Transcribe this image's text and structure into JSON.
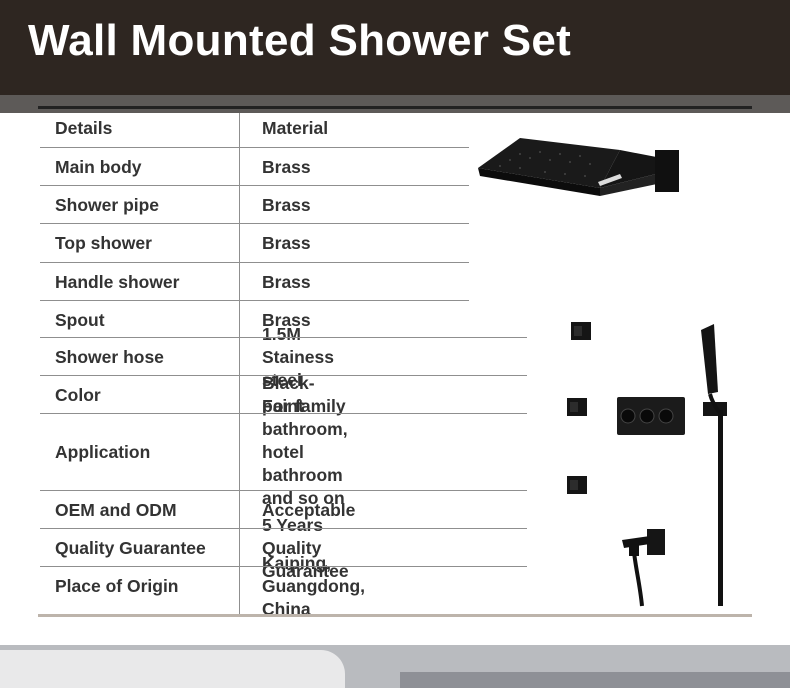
{
  "banner": {
    "title": "Wall Mounted Shower Set"
  },
  "table": {
    "rows": [
      {
        "label": "Details",
        "value": "Material"
      },
      {
        "label": "Main body",
        "value": "Brass"
      },
      {
        "label": "Shower pipe",
        "value": "Brass"
      },
      {
        "label": "Top shower",
        "value": "Brass"
      },
      {
        "label": "Handle shower",
        "value": "Brass"
      },
      {
        "label": "Spout",
        "value": "Brass"
      },
      {
        "label": "Shower hose",
        "value": "1.5M Stainess steel"
      },
      {
        "label": "Color",
        "value": "Black-paint"
      },
      {
        "label": "Application",
        "value": "For family bathroom, hotel\nbathroom and so on"
      },
      {
        "label": "OEM and ODM",
        "value": "Acceptable"
      },
      {
        "label": "Quality Guarantee",
        "value": "5 Years Quality Guarantee"
      },
      {
        "label": "Place of Origin",
        "value": "Kaiping, Guangdong, China"
      }
    ]
  },
  "colors": {
    "banner": "#2e2621",
    "product": "#111111",
    "text": "#333333"
  }
}
